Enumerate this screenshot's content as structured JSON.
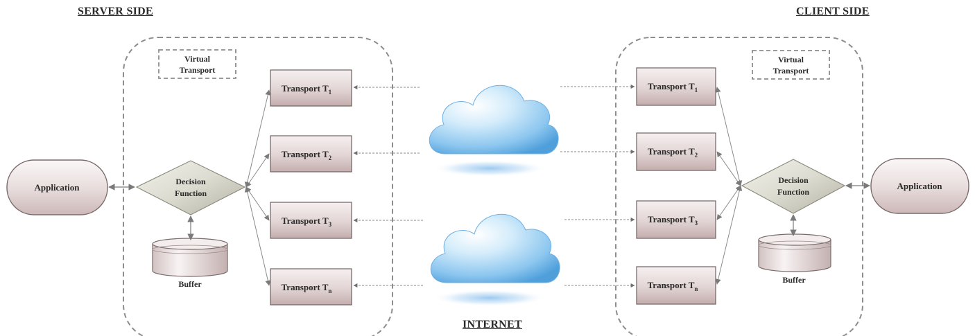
{
  "headings": {
    "server": "SERVER SIDE",
    "client": "CLIENT SIDE",
    "internet": "INTERNET"
  },
  "server": {
    "application": "Application",
    "decision": [
      "Decision",
      "Function"
    ],
    "buffer": "Buffer",
    "virtual": [
      "Virtual",
      "Transport"
    ],
    "transports": [
      {
        "label": "Transport T",
        "sub": "1"
      },
      {
        "label": "Transport T",
        "sub": "2"
      },
      {
        "label": "Transport T",
        "sub": "3"
      },
      {
        "label": "Transport T",
        "sub": "n"
      }
    ]
  },
  "client": {
    "application": "Application",
    "decision": [
      "Decision",
      "Function"
    ],
    "buffer": "Buffer",
    "virtual": [
      "Virtual",
      "Transport"
    ],
    "transports": [
      {
        "label": "Transport T",
        "sub": "1"
      },
      {
        "label": "Transport T",
        "sub": "2"
      },
      {
        "label": "Transport T",
        "sub": "3"
      },
      {
        "label": "Transport T",
        "sub": "n"
      }
    ]
  },
  "colors": {
    "box_top": "#f4eded",
    "box_bottom": "#c9b3b3",
    "box_border": "#6f6161",
    "diamond_light": "#eeeee6",
    "diamond_dark": "#b9b8aa",
    "dash_border": "#8a8a8a",
    "arrow": "#7f7f7f",
    "cloud_light": "#eaf6ff",
    "cloud_mid": "#a9d6f5",
    "cloud_dark": "#5aa7e0"
  }
}
